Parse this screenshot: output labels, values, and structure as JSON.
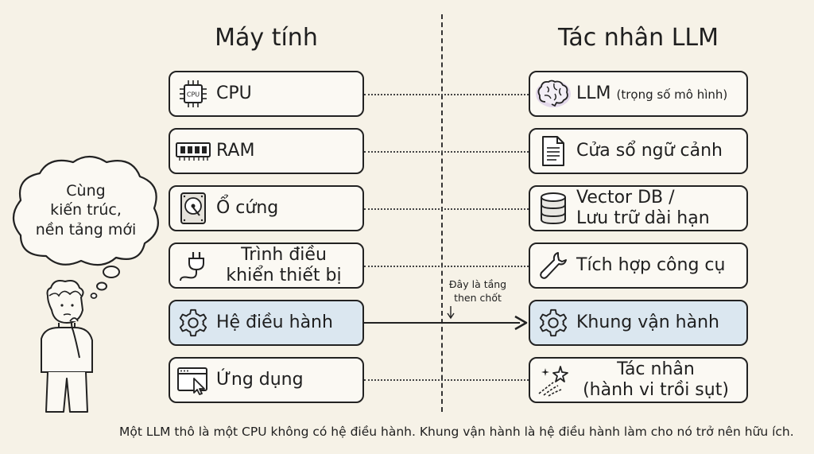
{
  "left_title": "Máy tính",
  "right_title": "Tác nhân LLM",
  "left_items": [
    {
      "icon": "cpu-icon",
      "label": "CPU",
      "chip_text": "CPU"
    },
    {
      "icon": "ram-icon",
      "label": "RAM"
    },
    {
      "icon": "hard-drive-icon",
      "label": "Ổ cứng"
    },
    {
      "icon": "plug-icon",
      "label": "Trình điều khiển thiết bị"
    },
    {
      "icon": "gear-icon",
      "label": "Hệ điều hành"
    },
    {
      "icon": "app-window-icon",
      "label": "Ứng dụng"
    }
  ],
  "right_items": [
    {
      "icon": "brain-icon",
      "label": "LLM",
      "sub": "(trọng số mô hình)"
    },
    {
      "icon": "document-icon",
      "label": "Cửa sổ ngữ cảnh"
    },
    {
      "icon": "database-icon",
      "label_line1": "Vector DB /",
      "label_line2": "Lưu trữ dài hạn"
    },
    {
      "icon": "wrench-icon",
      "label": "Tích hợp công cụ"
    },
    {
      "icon": "gear-icon",
      "label": "Khung vận hành"
    },
    {
      "icon": "sparkles-icon",
      "label_line1": "Tác nhân",
      "label_line2": "(hành vi trồi sụt)"
    }
  ],
  "arrow_note_line1": "Đây là tầng",
  "arrow_note_line2": "then chốt",
  "thought_line1": "Cùng",
  "thought_line2": "kiến trúc,",
  "thought_line3": "nền tảng mới",
  "caption": "Một LLM thô là một CPU không có hệ điều hành. Khung vận hành là hệ điều hành làm cho nó trở nên hữu ích.",
  "colors": {
    "highlight": "#dbe7f0",
    "background": "#f6f2e7",
    "stroke": "#222222"
  }
}
